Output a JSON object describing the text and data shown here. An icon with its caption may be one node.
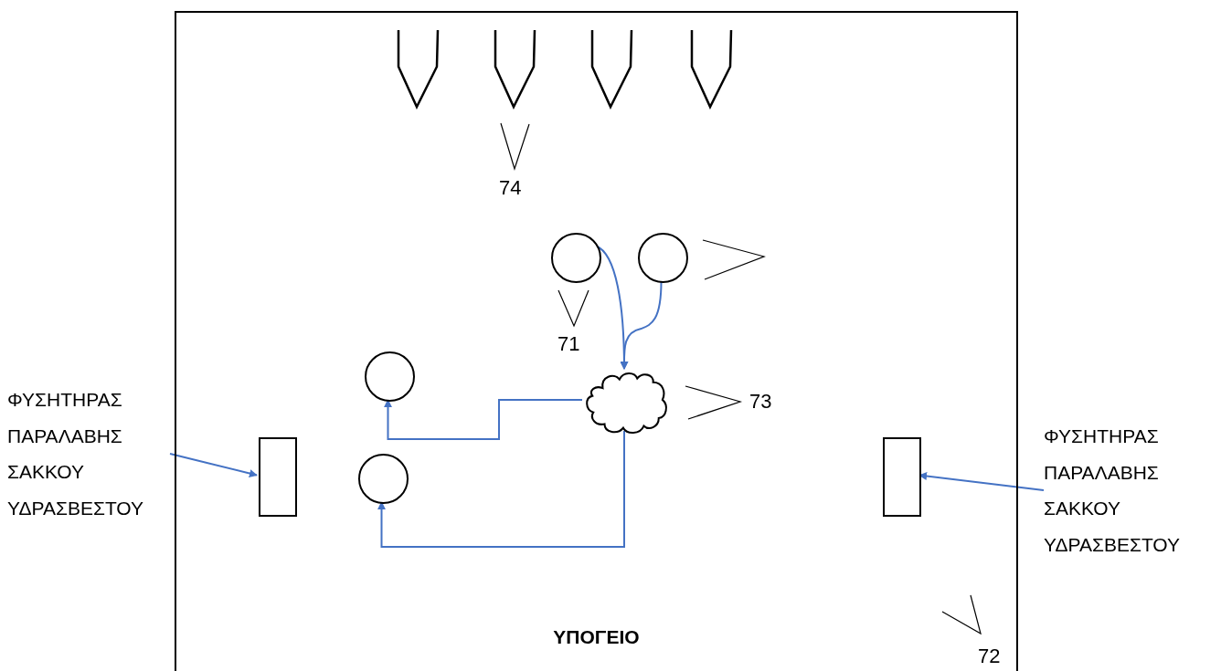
{
  "diagram": {
    "nodes": [
      {
        "text": [
          "ΥΠΟΓΕΙΟ"
        ]
      },
      {
        "text": [
          "ΦΥΣΗΤΗΡΑΣ ΠΑΡΑΛΑΒΗΣ ΣΑΚΚΟΥ ΥΔΡΑΣΒΕΣΤΟΥ"
        ]
      },
      {
        "text": [],
        "shape": "box",
        "in": 0
      },
      {
        "text": [],
        "shape": "circle",
        "in": 0
      },
      {
        "text": [],
        "shape": "circle",
        "in": 0
      },
      {
        "text": [],
        "shape": "circle",
        "in": 0
      },
      {
        "text": [],
        "shape": "cloud",
        "in": 0
      },
      {
        "text": [],
        "shape": "circle",
        "in": 0
      },
      {
        "text": [],
        "shape": "box",
        "in": 0
      },
      {
        "text": [
          "ΦΥΣΗΤΗΡΑΣ ΠΑΡΑΛΑΒΗΣ ΣΑΚΚΟΥ ΥΔΡΑΣΒΕΣΤΟΥ"
        ]
      }
    ],
    "edges": [
      {
        "from": 1,
        "to": 2,
        "arrow": "to"
      },
      {
        "from": 9,
        "to": 8,
        "arrow": "to"
      },
      {
        "from": 3,
        "to": 6,
        "arrow": "to"
      },
      {
        "from": 4,
        "to": 6,
        "arrow": "to"
      },
      {
        "from": 6,
        "to": 5,
        "arrow": "to"
      },
      {
        "from": 6,
        "to": 7,
        "arrow": "to"
      }
    ],
    "labels": [
      "74",
      "71",
      "73",
      "72"
    ]
  }
}
